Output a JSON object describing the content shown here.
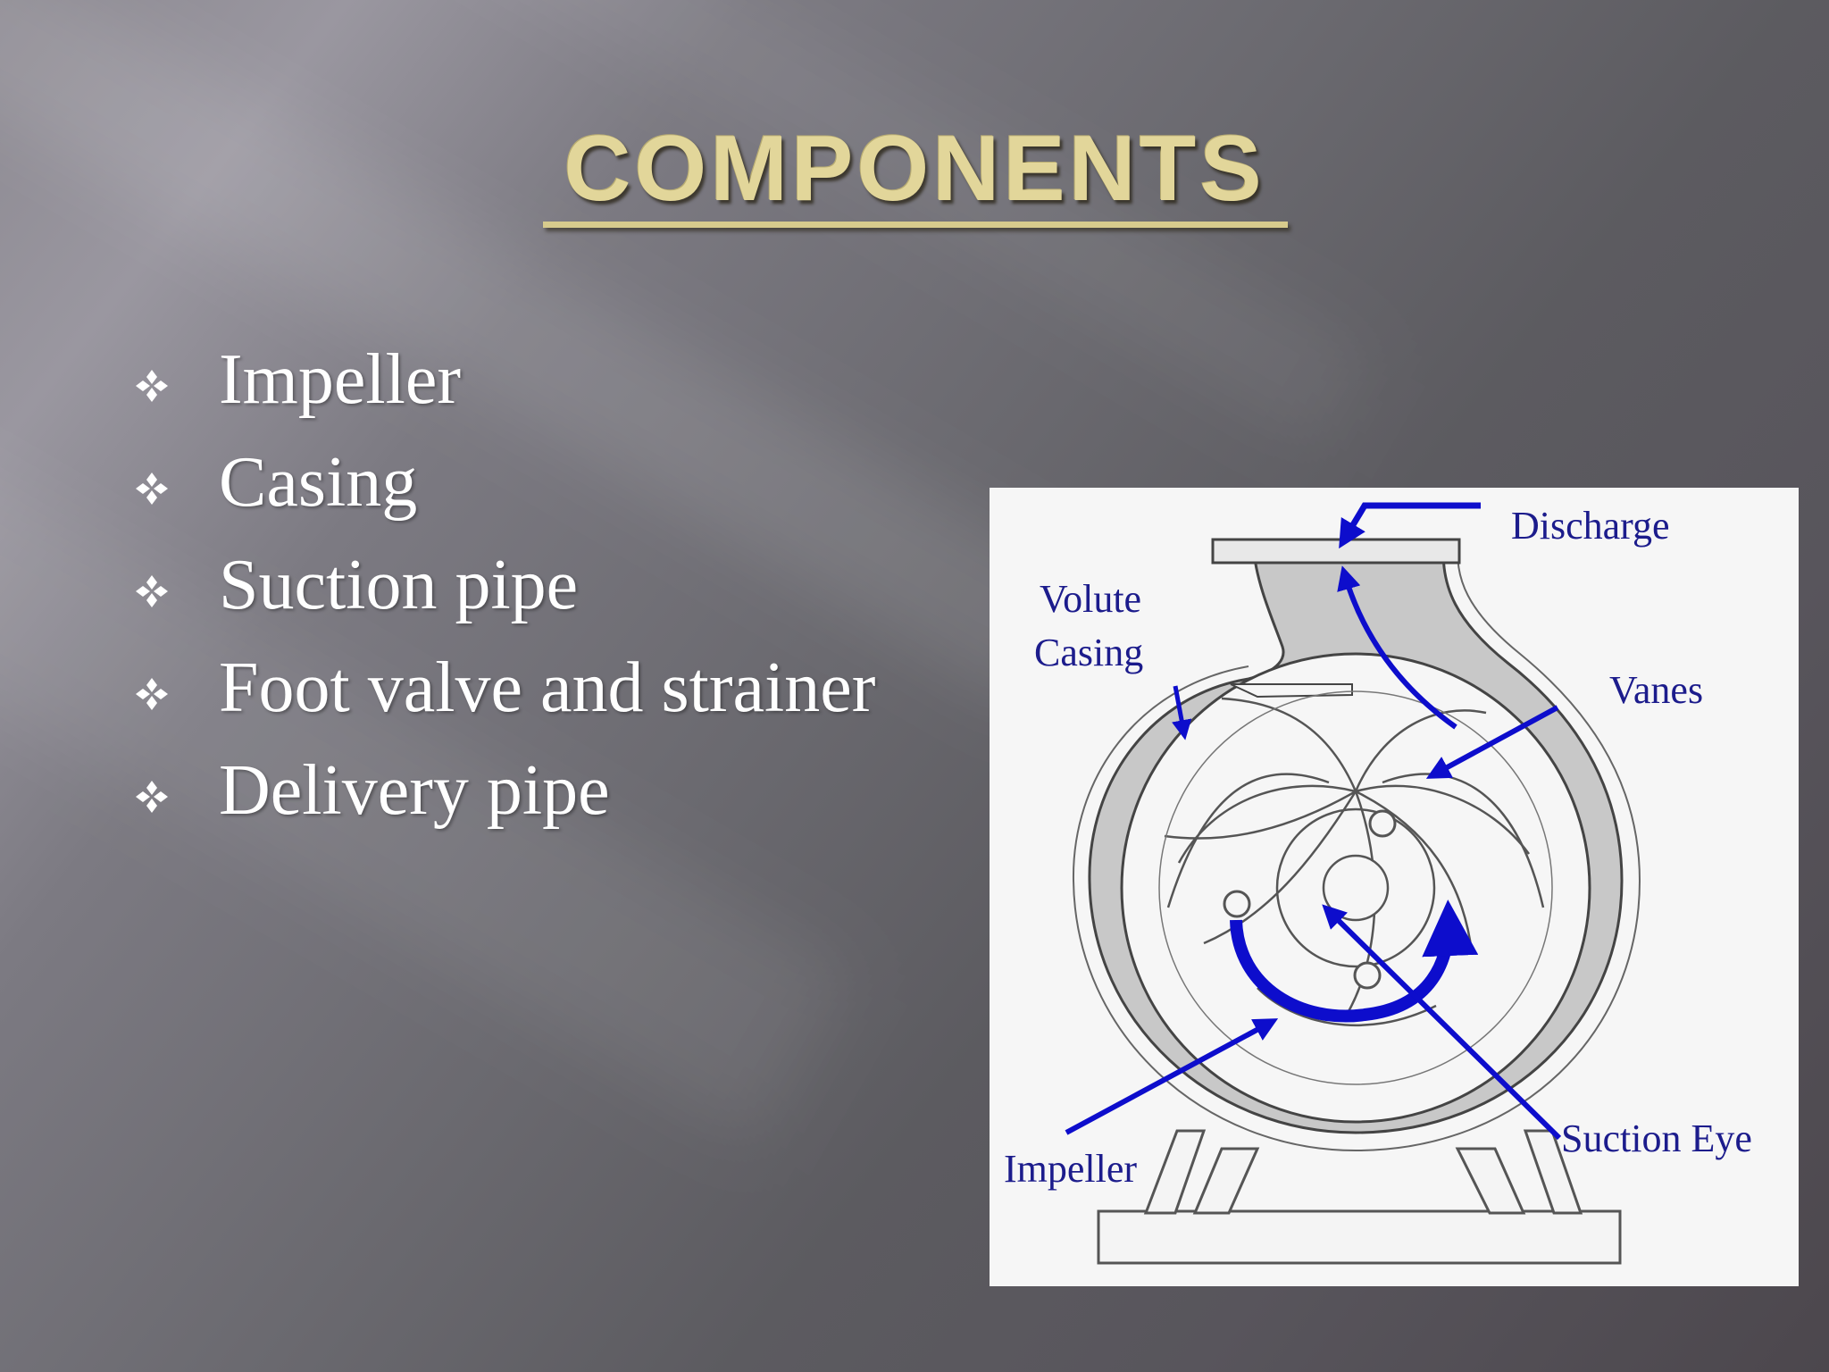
{
  "slide": {
    "title": "COMPONENTS",
    "bullets": [
      {
        "label": "Impeller"
      },
      {
        "label": "Casing"
      },
      {
        "label": "Suction pipe"
      },
      {
        "label": "Foot valve and strainer"
      },
      {
        "label": "Delivery pipe"
      }
    ],
    "bullet_icon": "four-diamond-bullet-icon"
  },
  "diagram": {
    "labels": {
      "discharge": "Discharge",
      "volute_line1": "Volute",
      "volute_line2": "Casing",
      "vanes": "Vanes",
      "suction_eye": "Suction Eye",
      "impeller": "Impeller"
    }
  },
  "colors": {
    "title": "#e2d69a",
    "bullet_text": "#ffffff",
    "arrow_blue": "#0d0dcc",
    "label_text": "#1c1c8c",
    "casing_fill": "#c8c8c8"
  }
}
